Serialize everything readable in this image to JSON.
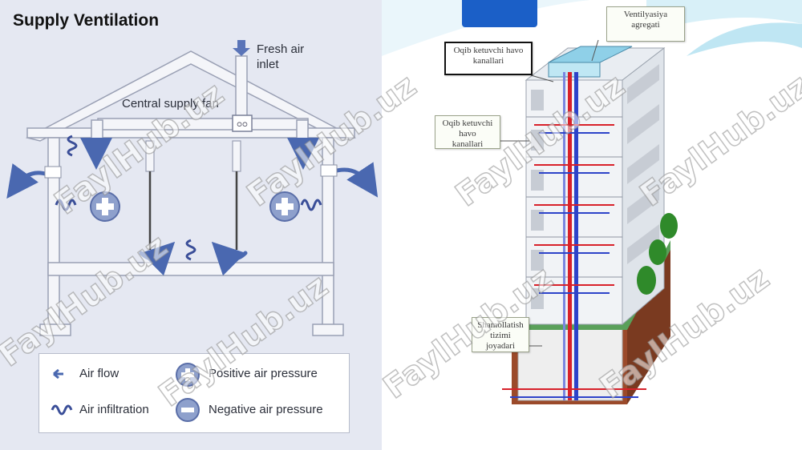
{
  "left": {
    "title": "Supply Ventilation",
    "fresh_air_inlet": [
      "Fresh air",
      "inlet"
    ],
    "central_supply_fan": "Central supply fan",
    "legend": {
      "air_flow": "Air flow",
      "air_infiltration": "Air infiltration",
      "positive_pressure": "Positive air pressure",
      "negative_pressure": "Negative air pressure"
    }
  },
  "right": {
    "callouts": {
      "ventilation_unit": [
        "Ventilyasiya",
        "agregati"
      ],
      "top_left": [
        "Oqib ketuvchi havo",
        "kanallari"
      ],
      "mid_left": [
        "Oqib ketuvchi havo",
        "kanallari"
      ],
      "bottom_left": [
        "Shamollatish",
        "tizimi joyadari"
      ]
    }
  },
  "watermark": "FaylHub.uz",
  "colors": {
    "left_bg": "#e5e8f2",
    "structure": "#f4f5f9",
    "outline": "#9aa0b4",
    "arrow_blue": "#4a68b0",
    "duct_red": "#d8212a",
    "duct_blue": "#2d43c9",
    "ground_green": "#5aa05a",
    "soil_brown": "#7a3a20",
    "tab_blue": "#1b5fc7"
  }
}
